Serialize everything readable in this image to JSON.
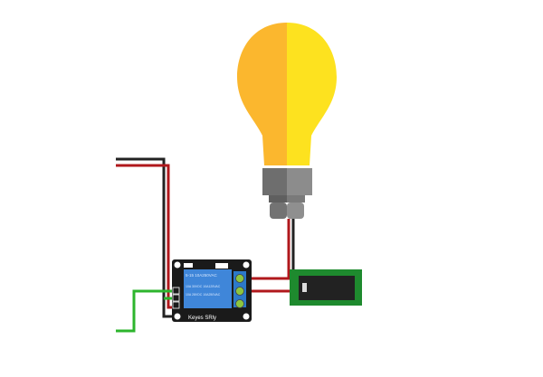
{
  "diagram": {
    "components": {
      "bulb": {
        "name": "light-bulb",
        "left_color": "#fbb72e",
        "right_color": "#fde21f",
        "base_dark": "#6e6e6e",
        "base_light": "#8c8c8c"
      },
      "relay": {
        "name": "relay-module",
        "board_color": "#1a1a1a",
        "relay_color": "#3f86d9",
        "brand_label": "Keyes SRly",
        "relay_text_line1": "5-15 10A250VAC",
        "relay_text_line2": "10A 30VDC 10A125VAC",
        "relay_text_line3": "10A 28VDC 10A250VAC"
      },
      "power_jack": {
        "name": "dc-power-jack",
        "board_color": "#1e8a2e",
        "jack_color": "#222222"
      }
    },
    "wires": {
      "black": "#222222",
      "red": "#b0181c",
      "green": "#2db52d"
    }
  }
}
